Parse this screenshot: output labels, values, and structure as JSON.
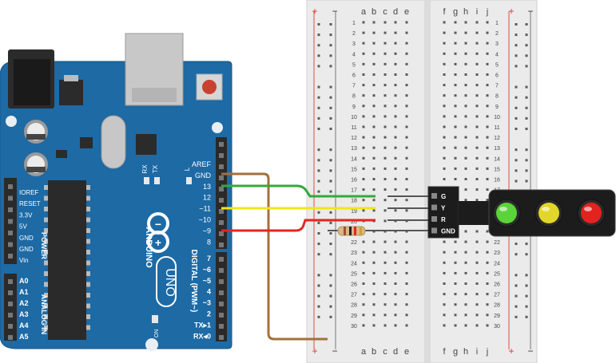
{
  "breadboard": {
    "rail_plus": "+",
    "rail_minus": "−",
    "columns_left": [
      "a",
      "b",
      "c",
      "d",
      "e"
    ],
    "columns_right": [
      "f",
      "g",
      "h",
      "i",
      "j"
    ],
    "row_count": 30,
    "rows_labeled": [
      "1",
      "2",
      "3",
      "4",
      "5",
      "6",
      "7",
      "8",
      "9",
      "10",
      "11",
      "12",
      "13",
      "14",
      "15",
      "16",
      "17",
      "18",
      "19",
      "20",
      "21",
      "22",
      "23",
      "24",
      "25",
      "26",
      "27",
      "28",
      "29",
      "30"
    ]
  },
  "arduino": {
    "brand": "ARDUINO",
    "model": "UNO",
    "on_label": "ON",
    "tx_label": "TX",
    "rx_label": "RX",
    "l_label": "L",
    "digital_header_label": "DIGITAL (PWM~)",
    "power_label": "POWER",
    "analog_label": "ANALOG IN",
    "power_pins": [
      "IOREF",
      "RESET",
      "3.3V",
      "5V",
      "GND",
      "GND",
      "Vin"
    ],
    "analog_pins": [
      "A0",
      "A1",
      "A2",
      "A3",
      "A4",
      "A5"
    ],
    "digital_top": [
      "AREF",
      "GND",
      "13",
      "12",
      "~11",
      "~10",
      "~9",
      "8"
    ],
    "digital_bottom": [
      "7",
      "~6",
      "~5",
      "4",
      "~3",
      "2",
      "TX▸1",
      "RX◂0"
    ]
  },
  "traffic_light": {
    "pins": [
      "G",
      "Y",
      "R",
      "GND"
    ],
    "lamps": [
      {
        "name": "green",
        "color": "#5bd33a"
      },
      {
        "name": "yellow",
        "color": "#e2d62a"
      },
      {
        "name": "red",
        "color": "#e3231f"
      }
    ]
  },
  "colors": {
    "board_blue": "#1d6aa5",
    "breadboard": "#f0f0f0",
    "wire_green": "#34a83a",
    "wire_yellow": "#f2e51a",
    "wire_red": "#e3261f",
    "wire_brown": "#a4703c"
  }
}
